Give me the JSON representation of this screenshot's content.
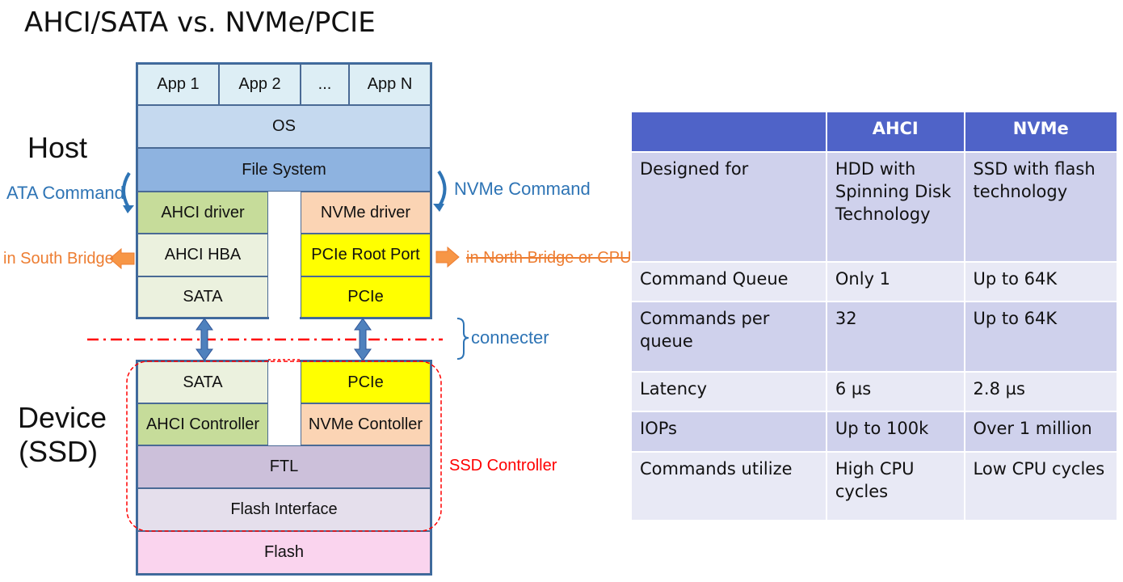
{
  "title": "AHCI/SATA vs. NVMe/PCIE",
  "diagram": {
    "apps": [
      "App 1",
      "App 2",
      "...",
      "App N"
    ],
    "os": "OS",
    "file_system": "File System",
    "ahci_driver": "AHCI driver",
    "nvme_driver": "NVMe driver",
    "ahci_hba": "AHCI HBA",
    "pcie_root_port": "PCIe Root Port",
    "host_sata": "SATA",
    "host_pcie": "PCIe",
    "dev_sata": "SATA",
    "dev_pcie": "PCIe",
    "ahci_controller": "AHCI Controller",
    "nvme_controller": "NVMe Contoller",
    "ftl": "FTL",
    "flash_interface": "Flash Interface",
    "flash": "Flash",
    "host_label": "Host",
    "device_label_1": "Device",
    "device_label_2": "(SSD)",
    "ata_command": "ATA Command",
    "nvme_command": "NVMe Command",
    "south_bridge": "in South Bridge",
    "north_bridge": "in North Bridge or CPU",
    "connecter": "connecter",
    "ssd_controller": "SSD Controller",
    "colors": {
      "apps": "#ddeef5",
      "os": "#c5d9ef",
      "file_system": "#8eb3e0",
      "ahci_green": "#c6dc9a",
      "nvme_peach": "#fbd4b4",
      "light_green": "#ebf1de",
      "yellow": "#ffff00",
      "ftl": "#ccc0da",
      "flash_interface": "#e5dfec",
      "flash": "#fad4ee"
    }
  },
  "table": {
    "headers": [
      "",
      "AHCI",
      "NVMe"
    ],
    "rows": [
      [
        "Designed for",
        "HDD with Spinning Disk Technology",
        "SSD with flash technology"
      ],
      [
        "Command Queue",
        "Only 1",
        "Up to 64K"
      ],
      [
        "Commands per queue",
        "32",
        "Up to 64K"
      ],
      [
        "Latency",
        "6 µs",
        "2.8 µs"
      ],
      [
        "IOPs",
        "Up to 100k",
        "Over 1 million"
      ],
      [
        "Commands utilize",
        "High CPU cycles",
        "Low CPU cycles"
      ]
    ]
  }
}
